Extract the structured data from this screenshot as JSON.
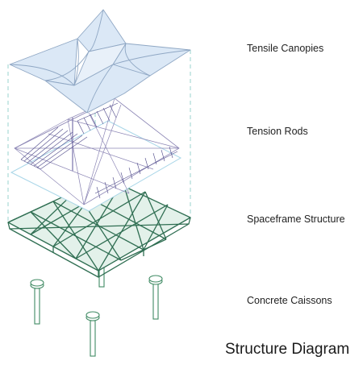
{
  "title": "Structure Diagram",
  "layers": [
    {
      "id": "canopies",
      "label": "Tensile Canopies"
    },
    {
      "id": "rods",
      "label": "Tension Rods"
    },
    {
      "id": "frame",
      "label": "Spaceframe Structure"
    },
    {
      "id": "caissons",
      "label": "Concrete Caissons"
    }
  ],
  "colors": {
    "canopy_fill": "#dbe8f6",
    "canopy_line": "#8fa7c4",
    "guide_line": "#7fc9c3",
    "rod_line": "#8c86b5",
    "rod_dense": "#4f4a8a",
    "base_plane": "#a9d6e8",
    "frame": "#2f6e52",
    "frame_fill": "#e3f1ea",
    "caisson": "#3f8a63",
    "text": "#222222"
  }
}
